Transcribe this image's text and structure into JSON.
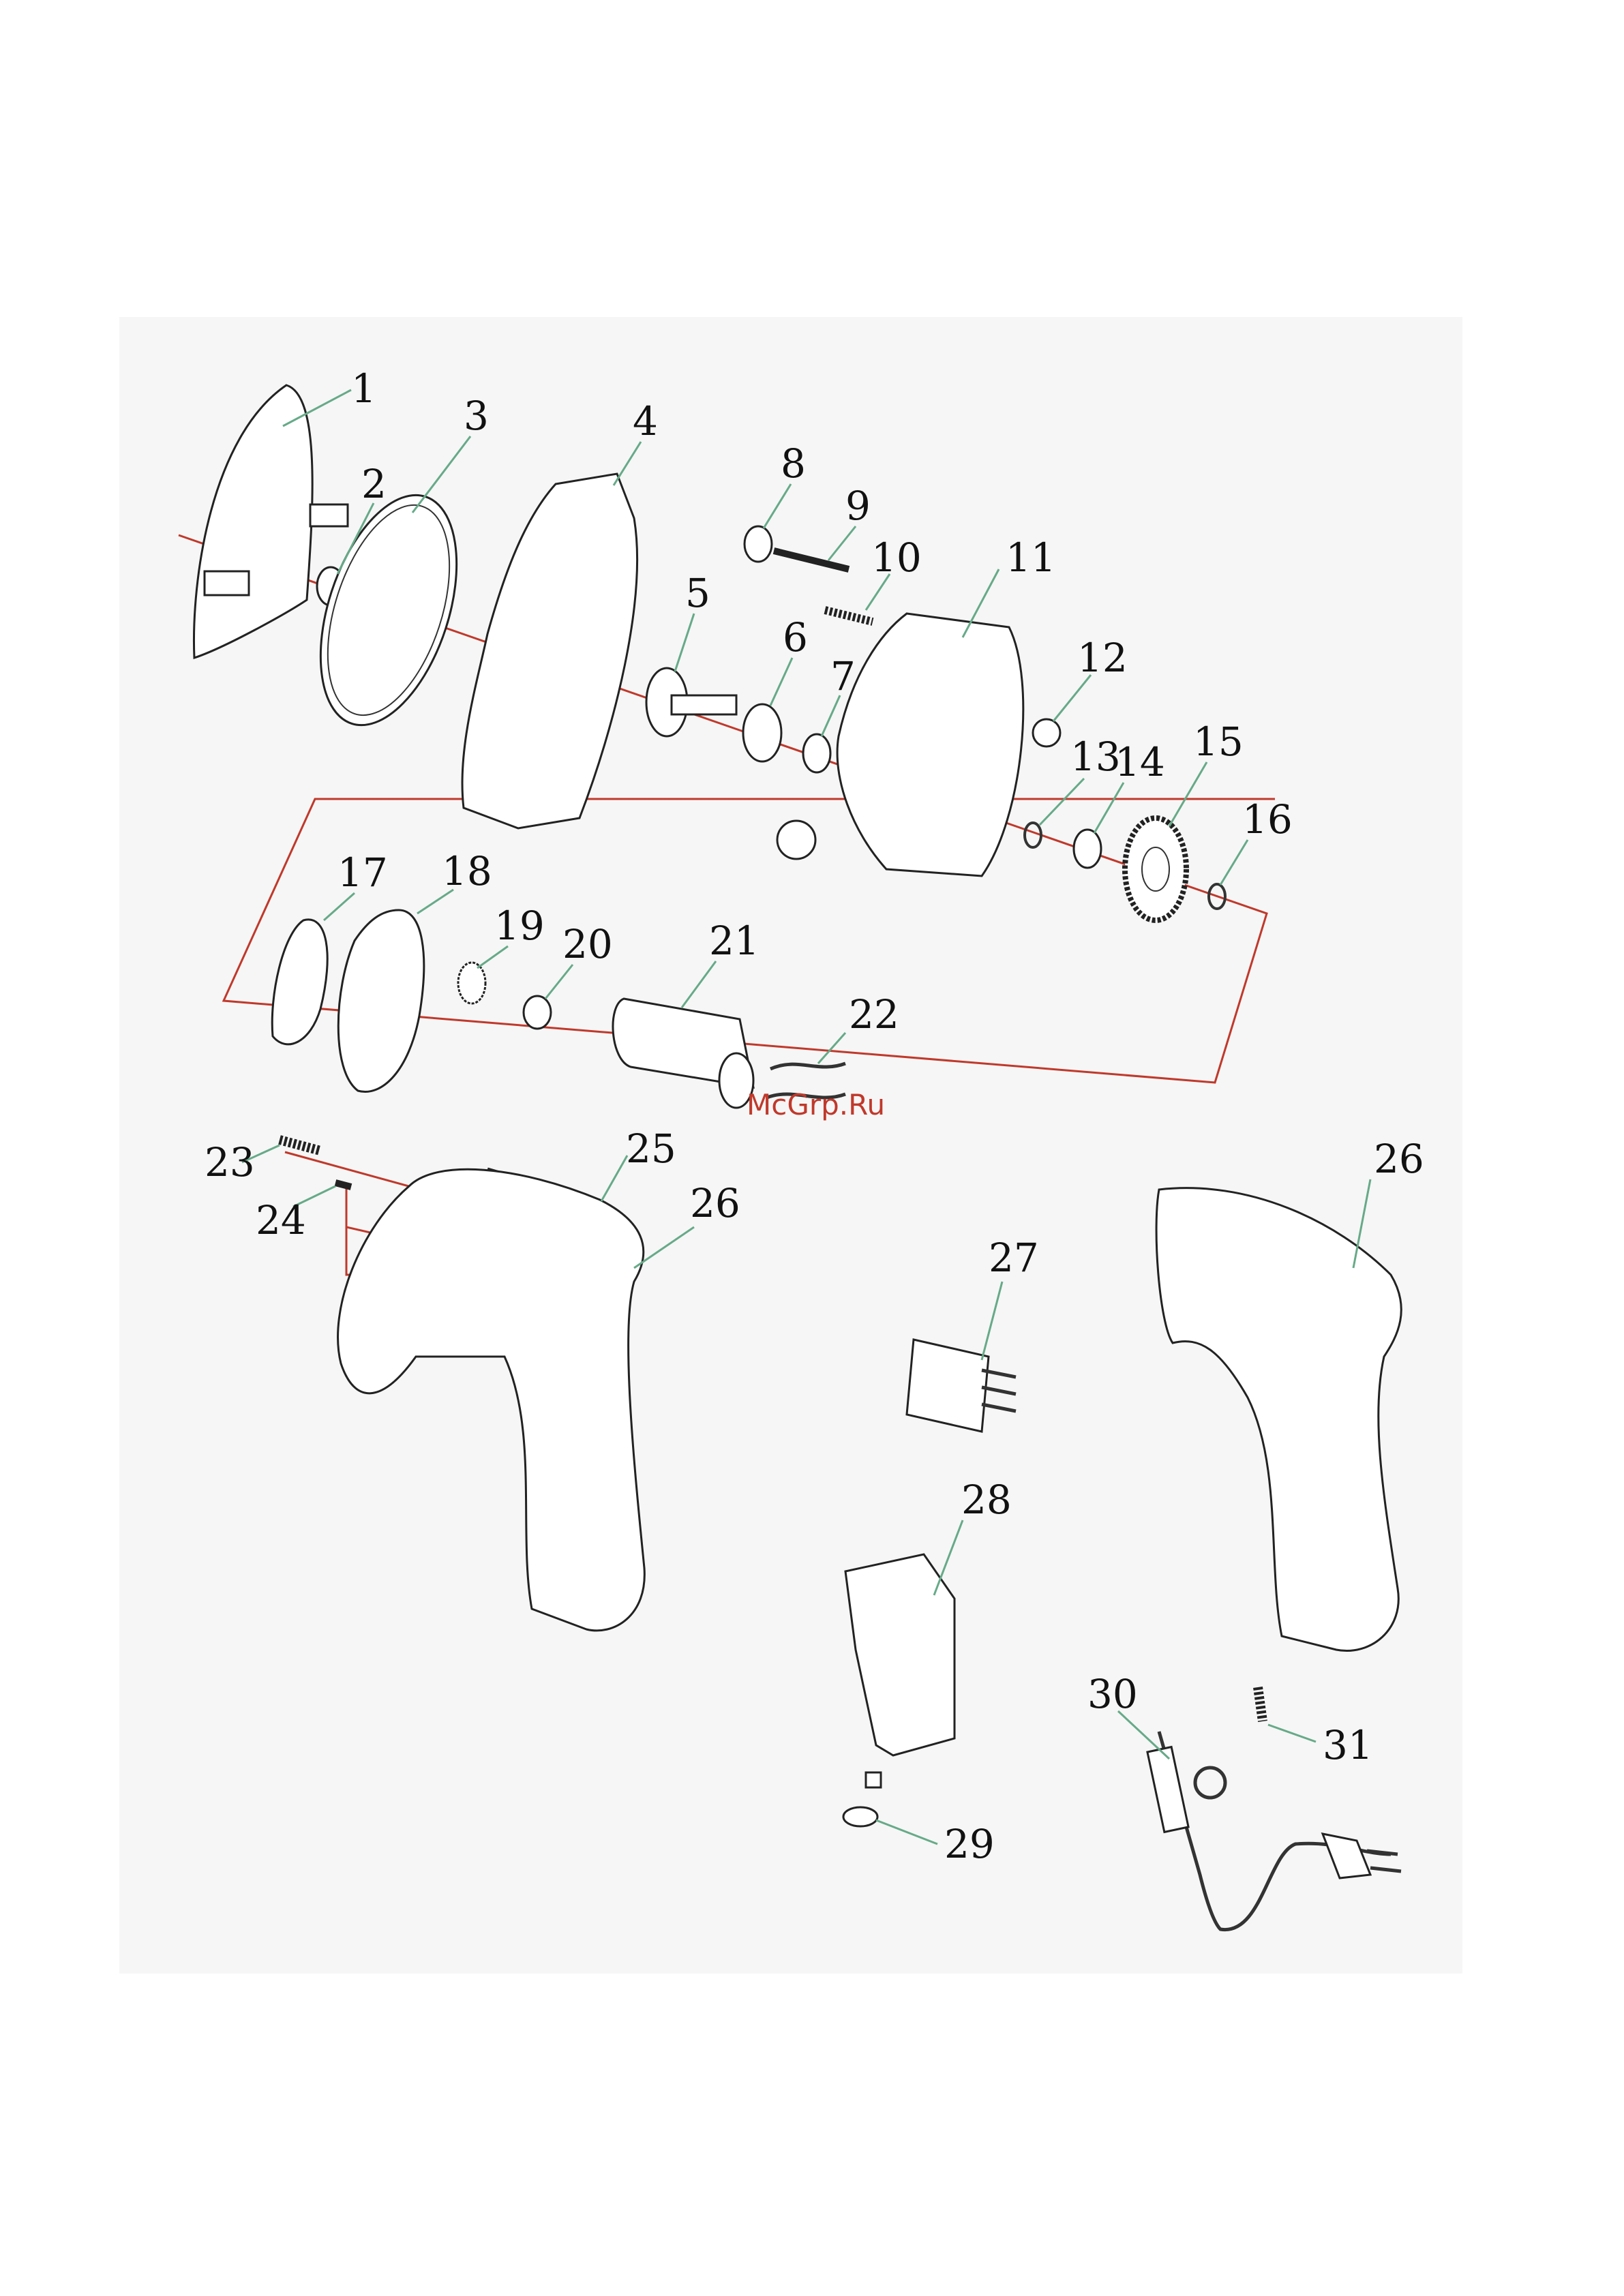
{
  "watermark": "McGrp.Ru",
  "callouts": [
    "1",
    "2",
    "3",
    "4",
    "5",
    "6",
    "7",
    "8",
    "9",
    "10",
    "11",
    "12",
    "13",
    "14",
    "15",
    "16",
    "17",
    "18",
    "19",
    "20",
    "21",
    "22",
    "23",
    "24",
    "25",
    "26",
    "26",
    "27",
    "28",
    "29",
    "30",
    "31"
  ]
}
